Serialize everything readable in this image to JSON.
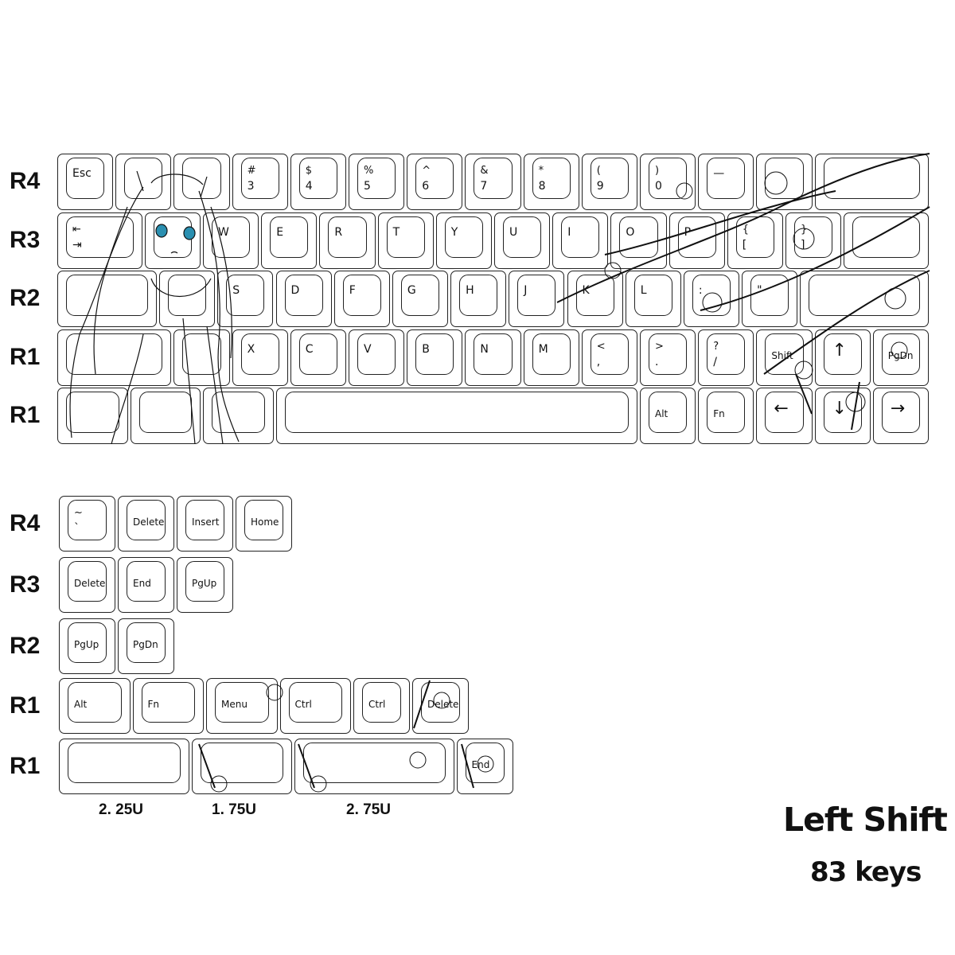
{
  "main_layout": {
    "rows": [
      {
        "label": "R4",
        "keys": [
          {
            "w": 1,
            "top": "Esc"
          },
          {
            "w": 1
          },
          {
            "w": 1
          },
          {
            "w": 1,
            "top": "#",
            "bottom": "3"
          },
          {
            "w": 1,
            "top": "$",
            "bottom": "4"
          },
          {
            "w": 1,
            "top": "%",
            "bottom": "5"
          },
          {
            "w": 1,
            "top": "^",
            "bottom": "6"
          },
          {
            "w": 1,
            "top": "&",
            "bottom": "7"
          },
          {
            "w": 1,
            "top": "*",
            "bottom": "8"
          },
          {
            "w": 1,
            "top": "(",
            "bottom": "9"
          },
          {
            "w": 1,
            "top": ")",
            "bottom": "0"
          },
          {
            "w": 1,
            "top": "—"
          },
          {
            "w": 1
          },
          {
            "w": 2
          }
        ]
      },
      {
        "label": "R3",
        "keys": [
          {
            "w": 1.5,
            "top": "⇤",
            "bottom": "⇥"
          },
          {
            "w": 1
          },
          {
            "w": 1,
            "top": "W"
          },
          {
            "w": 1,
            "top": "E"
          },
          {
            "w": 1,
            "top": "R"
          },
          {
            "w": 1,
            "top": "T"
          },
          {
            "w": 1,
            "top": "Y"
          },
          {
            "w": 1,
            "top": "U"
          },
          {
            "w": 1,
            "top": "I"
          },
          {
            "w": 1,
            "top": "O"
          },
          {
            "w": 1,
            "top": "P"
          },
          {
            "w": 1,
            "top": "{",
            "bottom": "["
          },
          {
            "w": 1,
            "top": "}",
            "bottom": "]"
          },
          {
            "w": 1.5
          }
        ]
      },
      {
        "label": "R2",
        "keys": [
          {
            "w": 1.75
          },
          {
            "w": 1
          },
          {
            "w": 1,
            "top": "S"
          },
          {
            "w": 1,
            "top": "D"
          },
          {
            "w": 1,
            "top": "F"
          },
          {
            "w": 1,
            "top": "G"
          },
          {
            "w": 1,
            "top": "H"
          },
          {
            "w": 1,
            "top": "J"
          },
          {
            "w": 1,
            "top": "K"
          },
          {
            "w": 1,
            "top": "L"
          },
          {
            "w": 1,
            "top": ":"
          },
          {
            "w": 1,
            "top": "\""
          },
          {
            "w": 2.25
          }
        ]
      },
      {
        "label": "R1",
        "keys": [
          {
            "w": 2
          },
          {
            "w": 1
          },
          {
            "w": 1,
            "top": "X"
          },
          {
            "w": 1,
            "top": "C"
          },
          {
            "w": 1,
            "top": "V"
          },
          {
            "w": 1,
            "top": "B"
          },
          {
            "w": 1,
            "top": "N"
          },
          {
            "w": 1,
            "top": "M"
          },
          {
            "w": 1,
            "top": "<",
            "bottom": ","
          },
          {
            "w": 1,
            "top": ">",
            "bottom": "."
          },
          {
            "w": 1,
            "top": "?",
            "bottom": "/"
          },
          {
            "w": 1,
            "small": "Shift"
          },
          {
            "w": 1,
            "arrow": "↑"
          },
          {
            "w": 1,
            "small": "PgDn"
          }
        ]
      },
      {
        "label": "R1",
        "keys": [
          {
            "w": 1.25
          },
          {
            "w": 1.25
          },
          {
            "w": 1.25
          },
          {
            "w": 6.25
          },
          {
            "w": 1,
            "small": "Alt"
          },
          {
            "w": 1,
            "small": "Fn"
          },
          {
            "w": 1,
            "arrow": "←"
          },
          {
            "w": 1,
            "arrow": "↓"
          },
          {
            "w": 1,
            "arrow": "→"
          }
        ]
      }
    ]
  },
  "extra_keys": {
    "rows": [
      {
        "label": "R4",
        "keys": [
          {
            "w": 1,
            "top": "~",
            "bottom": "`"
          },
          {
            "w": 1,
            "small": "Delete"
          },
          {
            "w": 1,
            "small": "Insert"
          },
          {
            "w": 1,
            "small": "Home"
          }
        ]
      },
      {
        "label": "R3",
        "keys": [
          {
            "w": 1,
            "small": "Delete"
          },
          {
            "w": 1,
            "small": "End"
          },
          {
            "w": 1,
            "small": "PgUp"
          }
        ]
      },
      {
        "label": "R2",
        "keys": [
          {
            "w": 1,
            "small": "PgUp"
          },
          {
            "w": 1,
            "small": "PgDn"
          }
        ]
      },
      {
        "label": "R1",
        "keys": [
          {
            "w": 1.25,
            "small": "Alt"
          },
          {
            "w": 1.25,
            "small": "Fn"
          },
          {
            "w": 1.25,
            "small": "Menu"
          },
          {
            "w": 1.25,
            "small": "Ctrl"
          },
          {
            "w": 1,
            "small": "Ctrl"
          },
          {
            "w": 1,
            "small": "Delete"
          }
        ]
      },
      {
        "label": "R1",
        "keys": [
          {
            "w": 2.25
          },
          {
            "w": 1.75
          },
          {
            "w": 2.75
          },
          {
            "w": 1,
            "small": "End"
          }
        ]
      }
    ],
    "size_labels": [
      "2. 25U",
      "1. 75U",
      "2. 75U"
    ]
  },
  "caption": {
    "title": "Left Shift",
    "key_count": "83 keys"
  },
  "artwork": [
    "anime-cat-girl-line-art",
    "cherry-blossom-branch-line-art"
  ],
  "colors": {
    "line": "#222222",
    "background": "#ffffff"
  }
}
